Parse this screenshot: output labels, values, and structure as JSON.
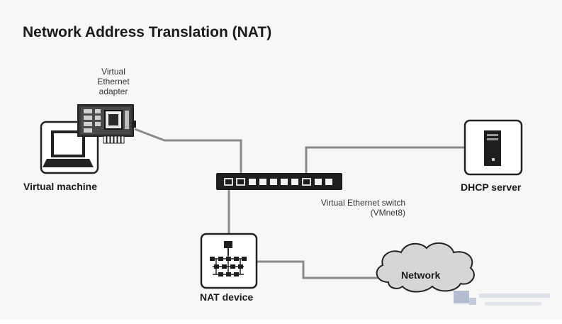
{
  "title": "Network Address Translation (NAT)",
  "nodes": {
    "adapter": {
      "label_line1": "Virtual",
      "label_line2": "Ethernet",
      "label_line3": "adapter"
    },
    "vm": {
      "label": "Virtual machine"
    },
    "dhcp": {
      "label": "DHCP server"
    },
    "switch": {
      "label_line1": "Virtual Ethernet switch",
      "label_line2": "(VMnet8)"
    },
    "nat": {
      "label": "NAT device"
    },
    "network": {
      "label": "Network"
    }
  },
  "colors": {
    "line": "#8a8a8a",
    "box_border": "#222222",
    "dark": "#1e1e1e",
    "port_light": "#d9d9d9"
  }
}
